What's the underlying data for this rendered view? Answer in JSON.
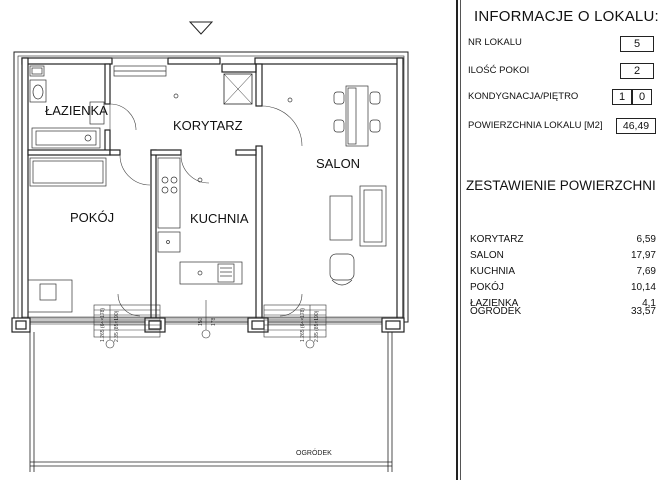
{
  "rooms": {
    "lazienka": "ŁAZIENKA",
    "korytarz": "KORYTARZ",
    "salon": "SALON",
    "pokoj": "POKÓJ",
    "kuchnia": "KUCHNIA",
    "ogrodek": "OGRÓDEK"
  },
  "plan_annotations": {
    "stair_left_a": "1.265 (64×178)",
    "stair_left_b": "2.35 (85×190)",
    "stair_mid_a": "150",
    "stair_mid_b": "178",
    "stair_right_a": "1.265 (64×178)",
    "stair_right_b": "2.35 (85×190)"
  },
  "info": {
    "title": "INFORMACJE O LOKALU:",
    "nr_lokalu_label": "NR LOKALU",
    "nr_lokalu": "5",
    "ilosc_pokoi_label": "ILOŚĆ POKOI",
    "ilosc_pokoi": "2",
    "kondygnacja_label": "KONDYGNACJA/PIĘTRO",
    "kondygnacja": "1",
    "pietro": "0",
    "powierzchnia_label": "POWIERZCHNIA LOKALU [M2]",
    "powierzchnia": "46,49"
  },
  "summary": {
    "title": "ZESTAWIENIE POWIERZCHNI",
    "rows": [
      {
        "name": "KORYTARZ",
        "value": "6,59"
      },
      {
        "name": "SALON",
        "value": "17,97"
      },
      {
        "name": "KUCHNIA",
        "value": "7,69"
      },
      {
        "name": "POKÓJ",
        "value": "10,14"
      },
      {
        "name": "ŁAZIENKA",
        "value": "4,1"
      },
      {
        "name": "OGRÓDEK",
        "value": "33,57"
      }
    ]
  }
}
